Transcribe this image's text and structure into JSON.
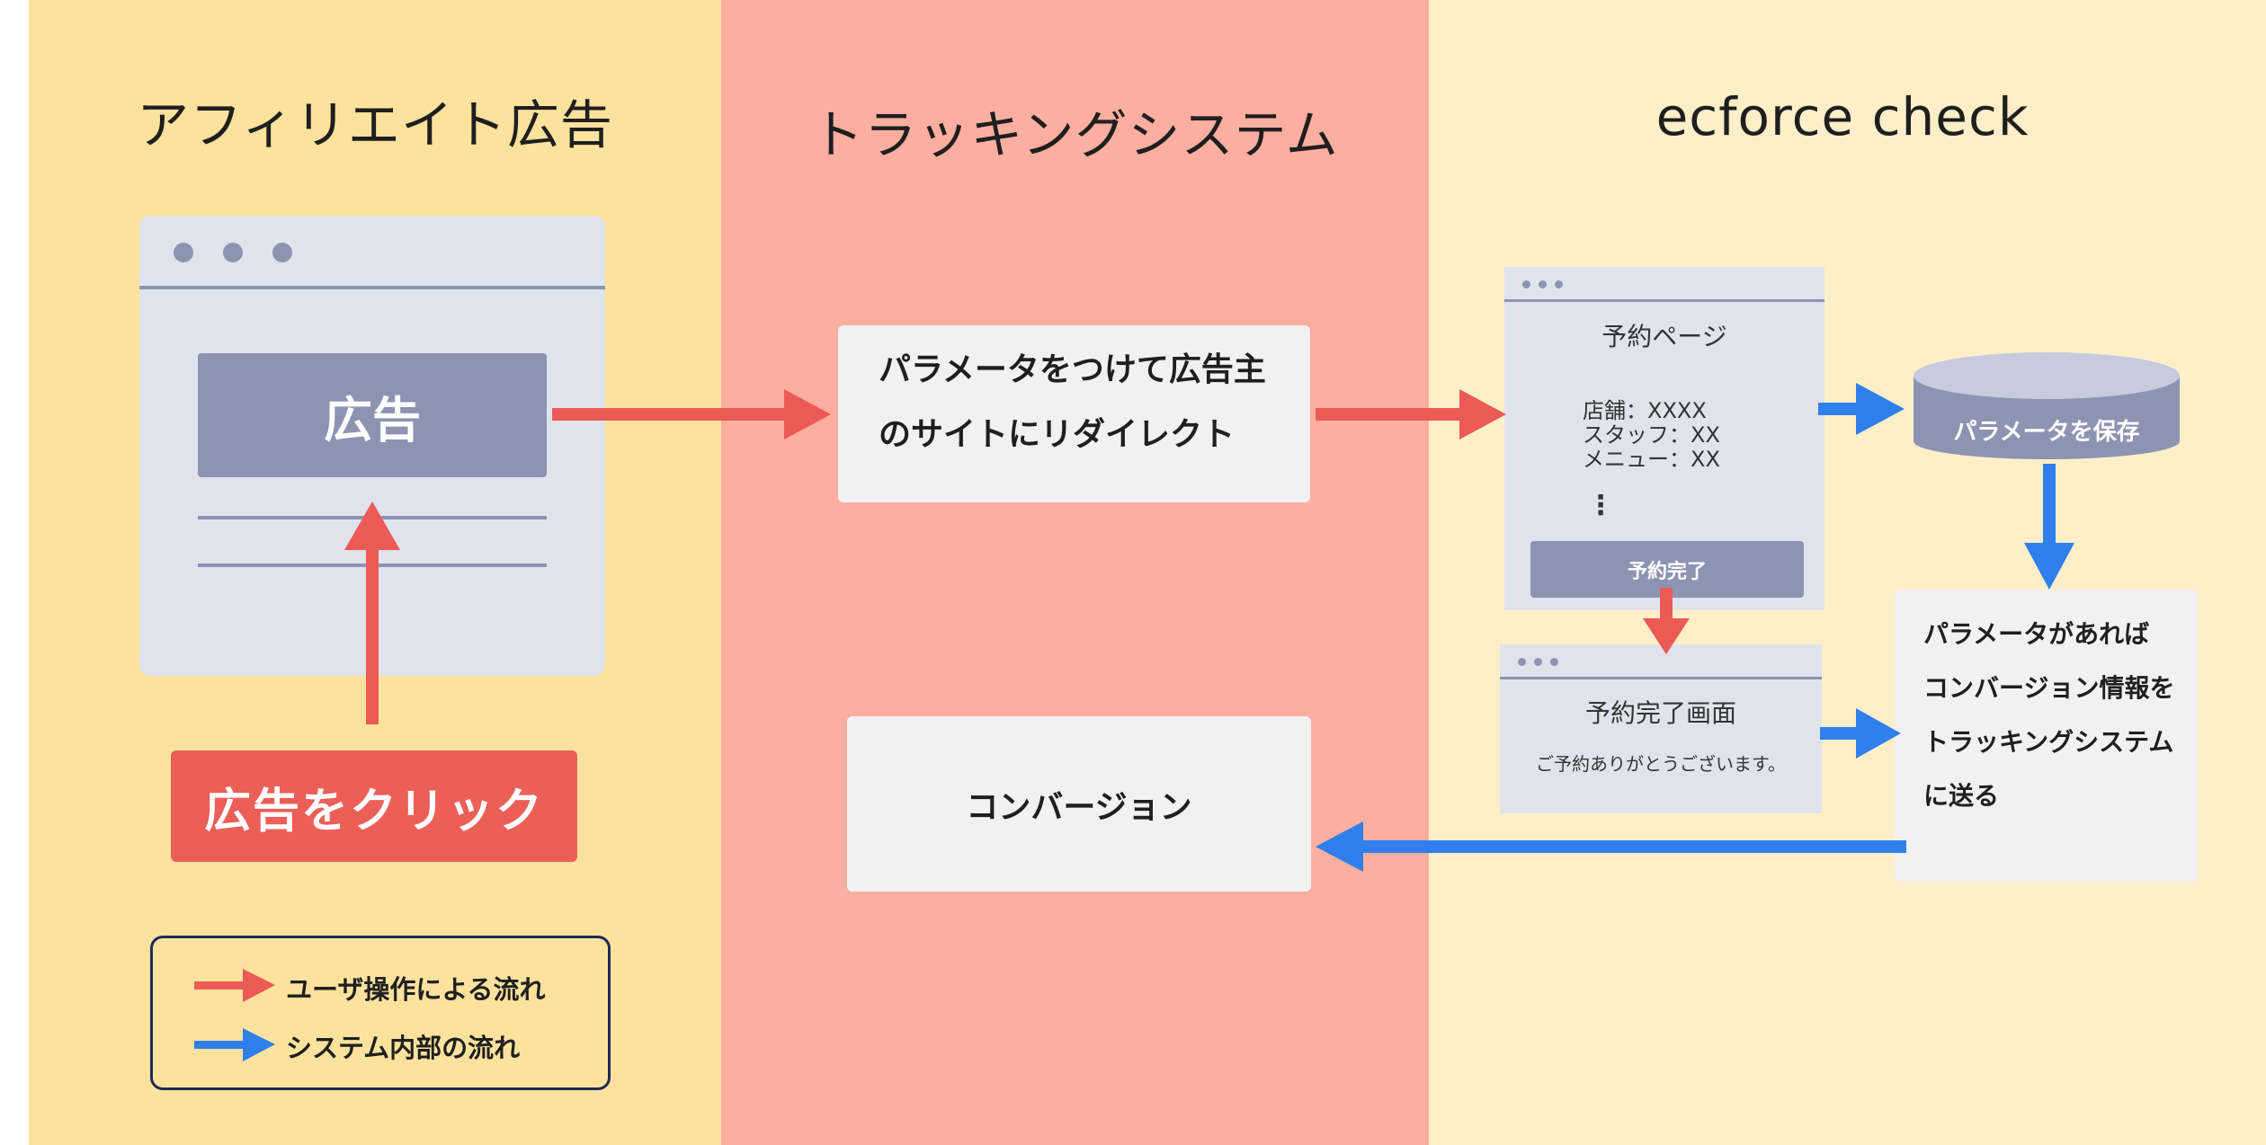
{
  "columns": {
    "left_title": "アフィリエイト広告",
    "middle_title": "トラッキングシステム",
    "right_title": "ecforce check"
  },
  "ad": {
    "label": "広告",
    "click_button": "広告をクリック"
  },
  "tracking": {
    "redirect_line1": "パラメータをつけて広告主",
    "redirect_line2": "のサイトにリダイレクト",
    "conversion": "コンバージョン"
  },
  "reservation_page": {
    "title": "予約ページ",
    "items": [
      "店舗：XXXX",
      "スタッフ：XX",
      "メニュー：XX"
    ],
    "ellipsis": "⋮",
    "complete_button": "予約完了"
  },
  "complete_screen": {
    "title": "予約完了画面",
    "message": "ご予約ありがとうございます。"
  },
  "database": {
    "label": "パラメータを保存"
  },
  "send_box": {
    "lines": [
      "パラメータがあれば",
      "コンバージョン情報を",
      "トラッキングシステム",
      "に送る"
    ]
  },
  "legend": {
    "user_flow": "ユーザ操作による流れ",
    "system_flow": "システム内部の流れ"
  },
  "colors": {
    "left_bg": "#fde29e",
    "middle_bg": "#fcaea1",
    "right_bg": "#feefc9",
    "user_arrow": "#ec5a55",
    "system_arrow": "#2f80ed",
    "mock_gray": "#8d94b2",
    "mock_bg": "#e1e3ec"
  }
}
